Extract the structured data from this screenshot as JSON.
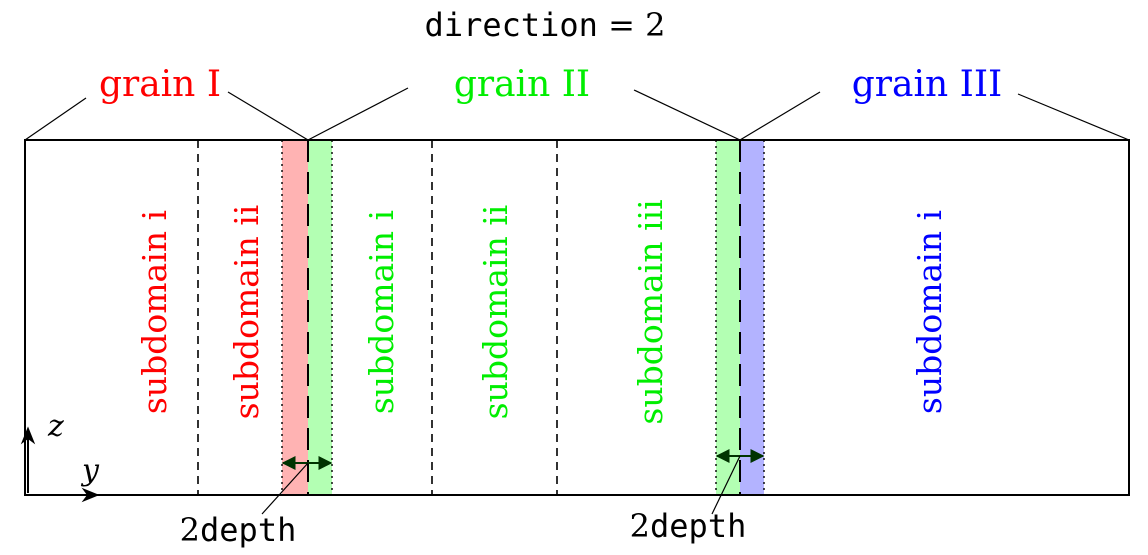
{
  "title": {
    "mono_part": "direction",
    "math_part": " = 2"
  },
  "grains": [
    {
      "label": "grain I",
      "color": "#ff0000"
    },
    {
      "label": "grain II",
      "color": "#00ee00"
    },
    {
      "label": "grain III",
      "color": "#0000ff"
    }
  ],
  "subdomains": [
    {
      "label": "subdomain i",
      "grain": 0
    },
    {
      "label": "subdomain ii",
      "grain": 0
    },
    {
      "label": "subdomain i",
      "grain": 1
    },
    {
      "label": "subdomain ii",
      "grain": 1
    },
    {
      "label": "subdomain iii",
      "grain": 1
    },
    {
      "label": "subdomain i",
      "grain": 2
    }
  ],
  "axes": {
    "vertical": "z",
    "horizontal": "y"
  },
  "depth_labels": [
    {
      "number": "2",
      "word": "depth"
    },
    {
      "number": "2",
      "word": "depth"
    }
  ],
  "colors": {
    "red_band": "#ffb3b3",
    "green_band": "#b3ffb3",
    "blue_band": "#b3b3ff",
    "outline": "#000000",
    "depth_arrow": "#003300"
  }
}
